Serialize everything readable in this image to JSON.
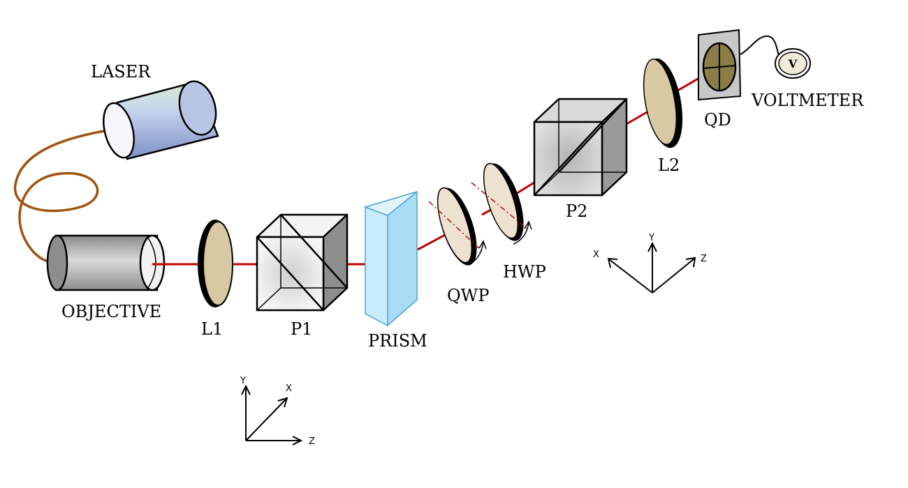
{
  "labels": {
    "laser": "LASER",
    "objective": "OBJECTIVE",
    "l1": "L1",
    "p1": "P1",
    "prism": "PRISM",
    "qwp": "QWP",
    "hwp": "HWP",
    "p2": "P2",
    "l2": "L2",
    "qd": "QD",
    "voltmeter": "VOLTMETER",
    "voltmeter_symbol": "V"
  },
  "axes_bottom": {
    "y": "Y",
    "x": "X",
    "z": "Z"
  },
  "axes_right": {
    "y": "Y",
    "x": "X",
    "z": "Z"
  },
  "colors": {
    "beam": "#c00000",
    "fiber": "#a0520f",
    "lens_fill": "#d8c9a3",
    "waveplate_fill": "#ece2cf",
    "prism_fill": "#bfe6f7",
    "prism_edge": "#4aa3d8",
    "qd_fill": "#8a7d45",
    "voltmeter_fill": "#f0ead8"
  }
}
